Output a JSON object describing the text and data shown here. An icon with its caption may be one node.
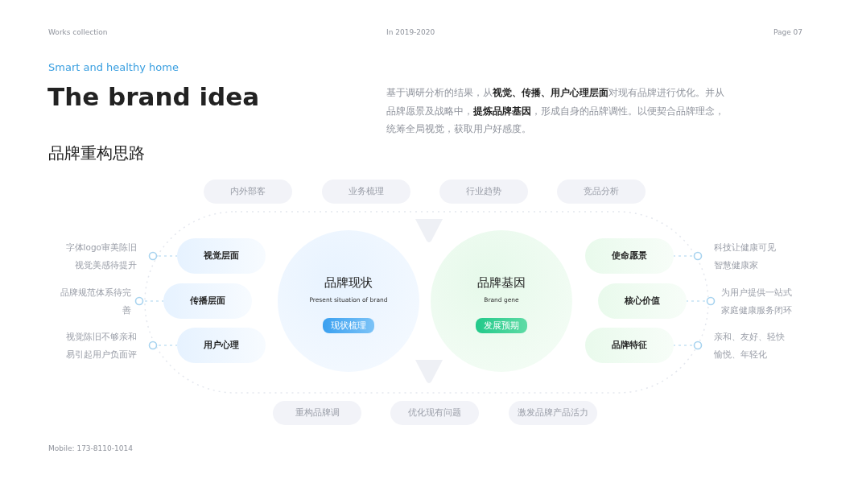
{
  "diagram": {
    "title": "The brand idea",
    "nodes": [
      {
        "text": [
          "内外部客"
        ]
      },
      {
        "text": [
          "业务梳理"
        ]
      },
      {
        "text": [
          "行业趋势"
        ]
      },
      {
        "text": [
          "竞品分析"
        ]
      },
      {
        "text": [
          "品牌现状",
          "Present situation of brand"
        ]
      },
      {
        "text": [
          "现状梳理"
        ],
        "in": 4
      },
      {
        "text": [
          "品牌基因",
          "Brand gene"
        ]
      },
      {
        "text": [
          "发展预期"
        ],
        "in": 6
      },
      {
        "text": [
          "视觉层面"
        ]
      },
      {
        "text": [
          "传播层面"
        ]
      },
      {
        "text": [
          "用户心理"
        ]
      },
      {
        "text": [
          "字体logo审美陈旧视觉美感待提升"
        ]
      },
      {
        "text": [
          "品牌规范体系待完善"
        ]
      },
      {
        "text": [
          "视觉陈旧不够亲和易引起用户负面评"
        ]
      },
      {
        "text": [
          "使命愿景"
        ]
      },
      {
        "text": [
          "核心价值"
        ]
      },
      {
        "text": [
          "品牌特征"
        ]
      },
      {
        "text": [
          "科技让健康可见智慧健康家"
        ]
      },
      {
        "text": [
          "为用户提供一站式家庭健康服务闭环"
        ]
      },
      {
        "text": [
          "亲和、友好、轻快愉悦、年轻化"
        ]
      },
      {
        "text": [
          "重构品牌调"
        ]
      },
      {
        "text": [
          "优化现有问题"
        ]
      },
      {
        "text": [
          "激发品牌产品活力"
        ]
      }
    ],
    "edges": [
      {
        "from": 11,
        "to": 8,
        "arrow": "other",
        "style": "dashed"
      },
      {
        "from": 12,
        "to": 9,
        "arrow": "other",
        "style": "dashed"
      },
      {
        "from": 13,
        "to": 10,
        "arrow": "other",
        "style": "dashed"
      },
      {
        "from": 17,
        "to": 14,
        "arrow": "other",
        "style": "dashed"
      },
      {
        "from": 18,
        "to": 15,
        "arrow": "other",
        "style": "dashed"
      },
      {
        "from": 19,
        "to": 16,
        "arrow": "other",
        "style": "dashed"
      }
    ],
    "labels": [
      "Works collection",
      "In 2019-2020",
      "Page 07",
      "Smart and healthy home",
      "基于调研分析的结果，从**视觉、传播、用户心理层面**对现有品牌进行优化。并从品牌愿景及战略中，**提炼品牌基因**，形成自身的品牌调性。以便契合品牌理念，统筹全局视觉，获取用户好感度。",
      "品牌重构思路",
      "Mobile: 173-8110-1014"
    ]
  }
}
